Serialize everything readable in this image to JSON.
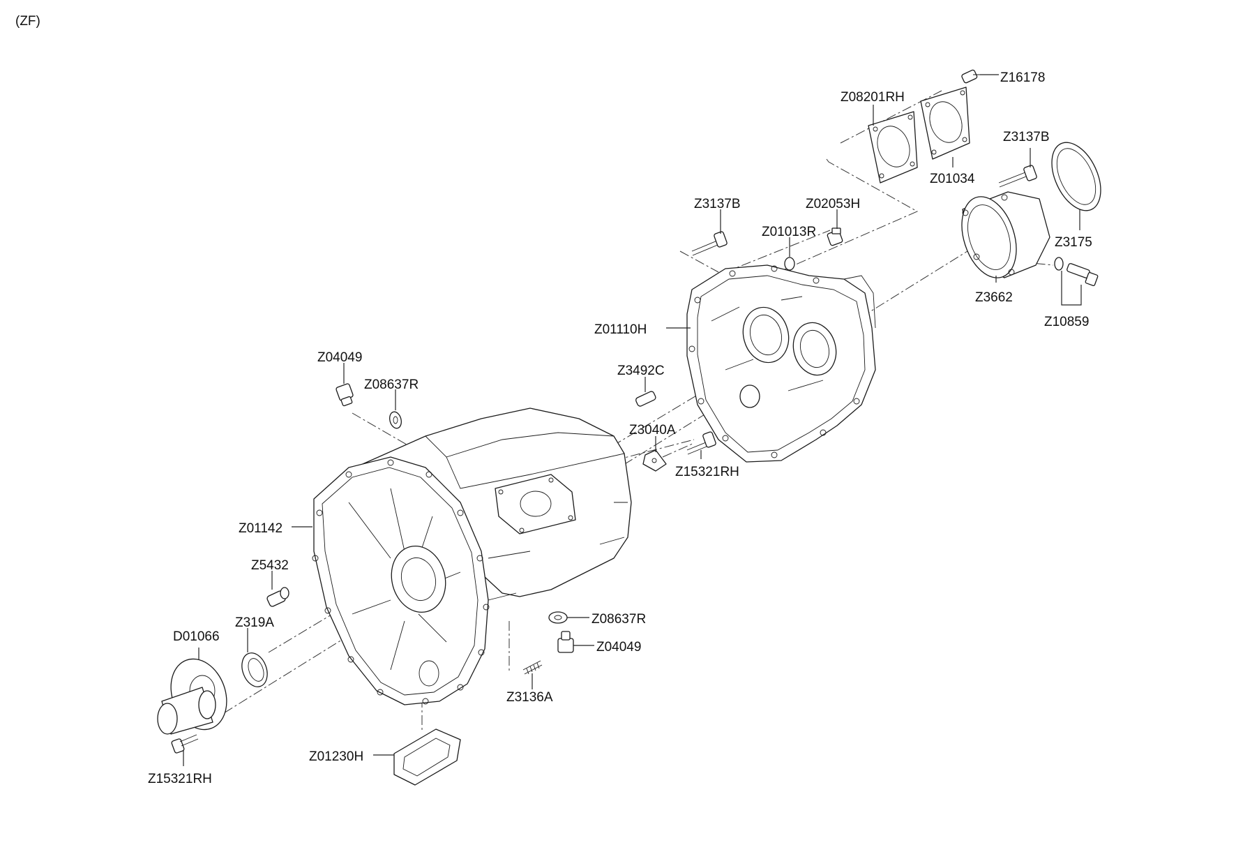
{
  "header": {
    "variant": "(ZF)"
  },
  "labels": {
    "z16178": "Z16178",
    "z08201rh": "Z08201RH",
    "z3137b_top": "Z3137B",
    "z01034": "Z01034",
    "z3137b": "Z3137B",
    "z02053h": "Z02053H",
    "z01013r": "Z01013R",
    "z3175": "Z3175",
    "z3662": "Z3662",
    "z10859": "Z10859",
    "z01110h": "Z01110H",
    "z04049_top": "Z04049",
    "z3492c": "Z3492C",
    "z08637r_top": "Z08637R",
    "z3040a": "Z3040A",
    "z15321rh_mid": "Z15321RH",
    "z01142": "Z01142",
    "z5432": "Z5432",
    "z319a": "Z319A",
    "d01066": "D01066",
    "z08637r_bot": "Z08637R",
    "z04049_bot": "Z04049",
    "z3136a": "Z3136A",
    "z01230h": "Z01230H",
    "z15321rh_bot": "Z15321RH"
  }
}
